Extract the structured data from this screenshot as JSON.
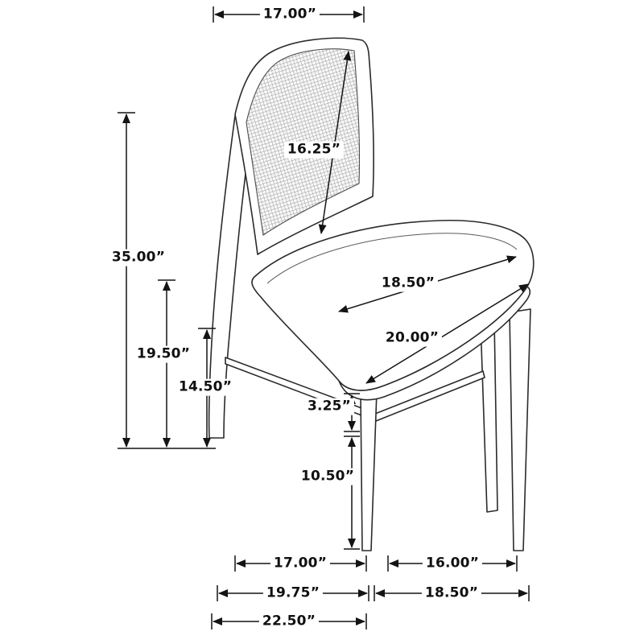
{
  "diagram": {
    "kind": "product-dimension-diagram",
    "subject": "cane-back dining side chair",
    "units": "inches",
    "colors": {
      "line": "#141414",
      "chair_outline": "#2b2b2b",
      "cane_hatch": "#9a9a9a",
      "background": "#ffffff"
    }
  },
  "dims": {
    "back_top_width": "17.00”",
    "back_panel_height": "16.25”",
    "overall_height": "35.00”",
    "seat_back_height": "19.50”",
    "stretcher_height": "14.50”",
    "seat_depth": "18.50”",
    "seat_width": "20.00”",
    "seat_rail_thickness": "3.25”",
    "leg_height": "10.50”",
    "front_leg_span": "17.00”",
    "side_leg_span": "16.00”",
    "base_width": "19.75”",
    "base_depth": "18.50”",
    "overall_width": "22.50”"
  }
}
